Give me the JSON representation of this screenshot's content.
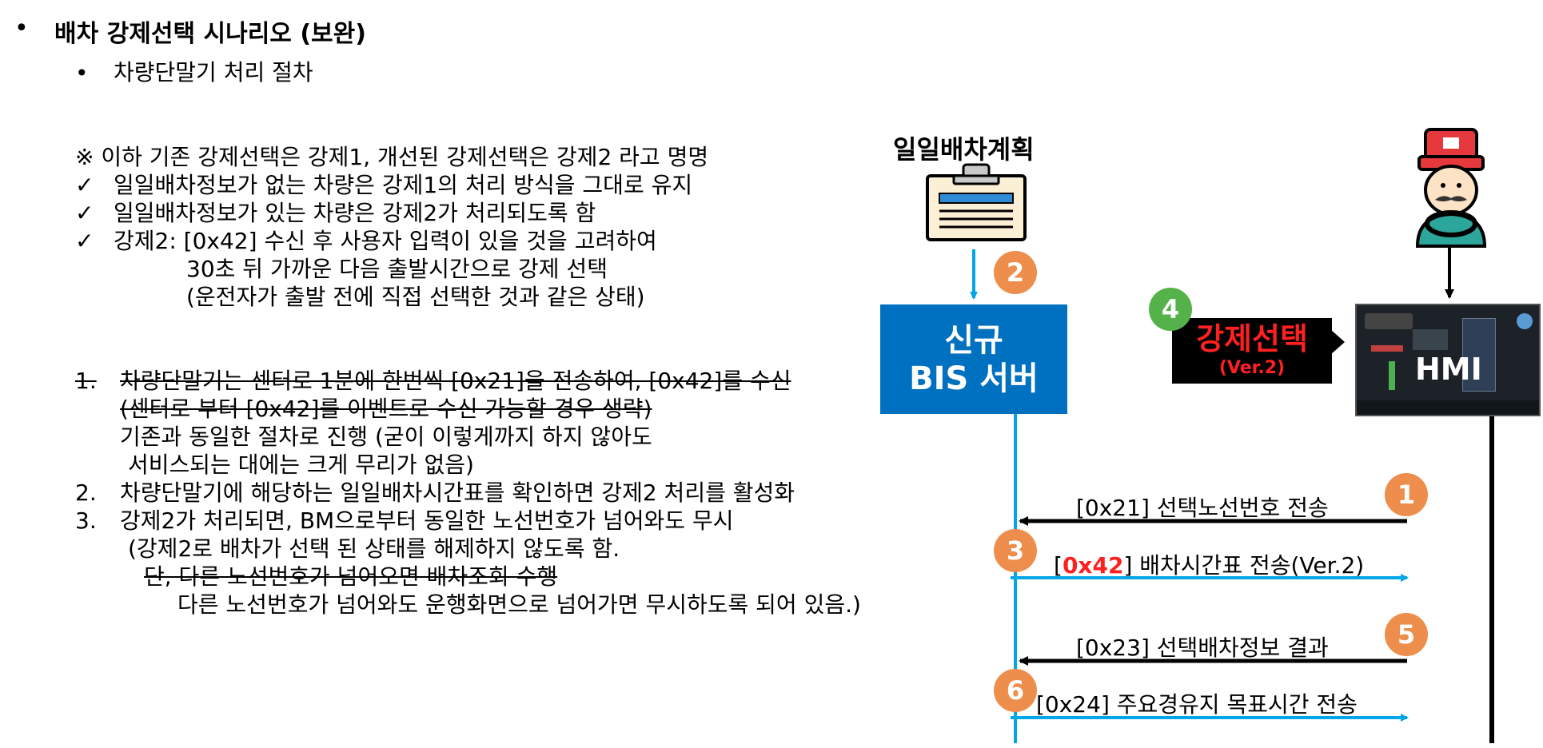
{
  "header": {
    "bullet1": "•",
    "title": "배차 강제선택 시나리오 (보완)",
    "bullet2": "•",
    "subtitle": "차량단말기 처리 절차"
  },
  "notes": {
    "line1": "※ 이하 기존 강제선택은 강제1, 개선된 강제선택은 강제2 라고 명명",
    "check": "✓",
    "line2": "일일배차정보가 없는 차량은 강제1의 처리 방식을 그대로 유지",
    "line3": "일일배차정보가 있는 차량은 강제2가 처리되도록 함",
    "line4": "강제2: [0x42] 수신 후 사용자 입력이 있을 것을 고려하여",
    "line5": "30초 뒤 가까운 다음 출발시간으로 강제 선택",
    "line6": "(운전자가 출발 전에 직접 선택한 것과 같은 상태)"
  },
  "steps": {
    "n1": "1.",
    "s1a": "차량단말기는 센터로 1분에 한번씩 [0x21]을 전송하여, [0x42]를 수신",
    "s1b": "(센터로 부터 [0x42]를 이벤트로 수신 가능할 경우 생략)",
    "s1c": "기존과 동일한 절차로 진행 (굳이 이렇게까지 하지 않아도",
    "s1d": "서비스되는 대에는 크게 무리가 없음)",
    "n2": "2.",
    "s2": "차량단말기에 해당하는 일일배차시간표를 확인하면 강제2 처리를 활성화",
    "n3": "3.",
    "s3a": "강제2가 처리되면, BM으로부터 동일한 노선번호가 넘어와도 무시",
    "s3b": "(강제2로 배차가 선택 된 상태를 해제하지 않도록 함.",
    "s3c": "단, 다른 노선번호가 넘어오면 배차조회 수행",
    "s3d": "다른 노선번호가 넘어와도 운행화면으로 넘어가면 무시하도록 되어 있음.)"
  },
  "diagram": {
    "plan_label": "일일배차계획",
    "server_line1": "신규",
    "server_line2": "BIS 서버",
    "callout_main": "강제선택",
    "callout_sub": "(Ver.2)",
    "hmi_label": "HMI",
    "badges": [
      "1",
      "2",
      "3",
      "4",
      "5",
      "6"
    ],
    "messages": {
      "m1": "[0x21] 선택노선번호 전송",
      "m3_open": "[",
      "m3_code": "0x42",
      "m3_rest": "] 배차시간표 전송(Ver.2)",
      "m5": "[0x23] 선택배차정보 결과",
      "m6": "[0x24] 주요경유지 목표시간 전송"
    },
    "colors": {
      "server_blue": "#0070c0",
      "arrow_blue": "#00a6e8",
      "badge_orange": "#ee8e4c",
      "badge_green": "#55b24a",
      "alert_red": "#ff2020"
    }
  }
}
